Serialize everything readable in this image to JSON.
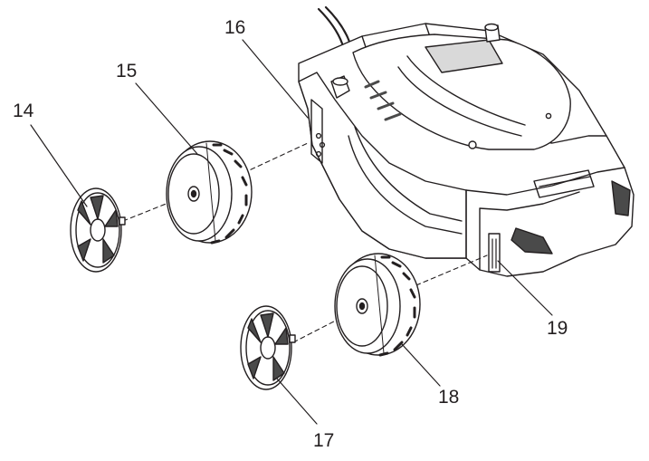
{
  "colors": {
    "line": "#231f20",
    "body_fill": "#ffffff",
    "shade": "#d9d9d9",
    "dark": "#4a4a4a"
  },
  "callouts": {
    "c14": "14",
    "c15": "15",
    "c16": "16",
    "c17": "17",
    "c18": "18",
    "c19": "19"
  }
}
